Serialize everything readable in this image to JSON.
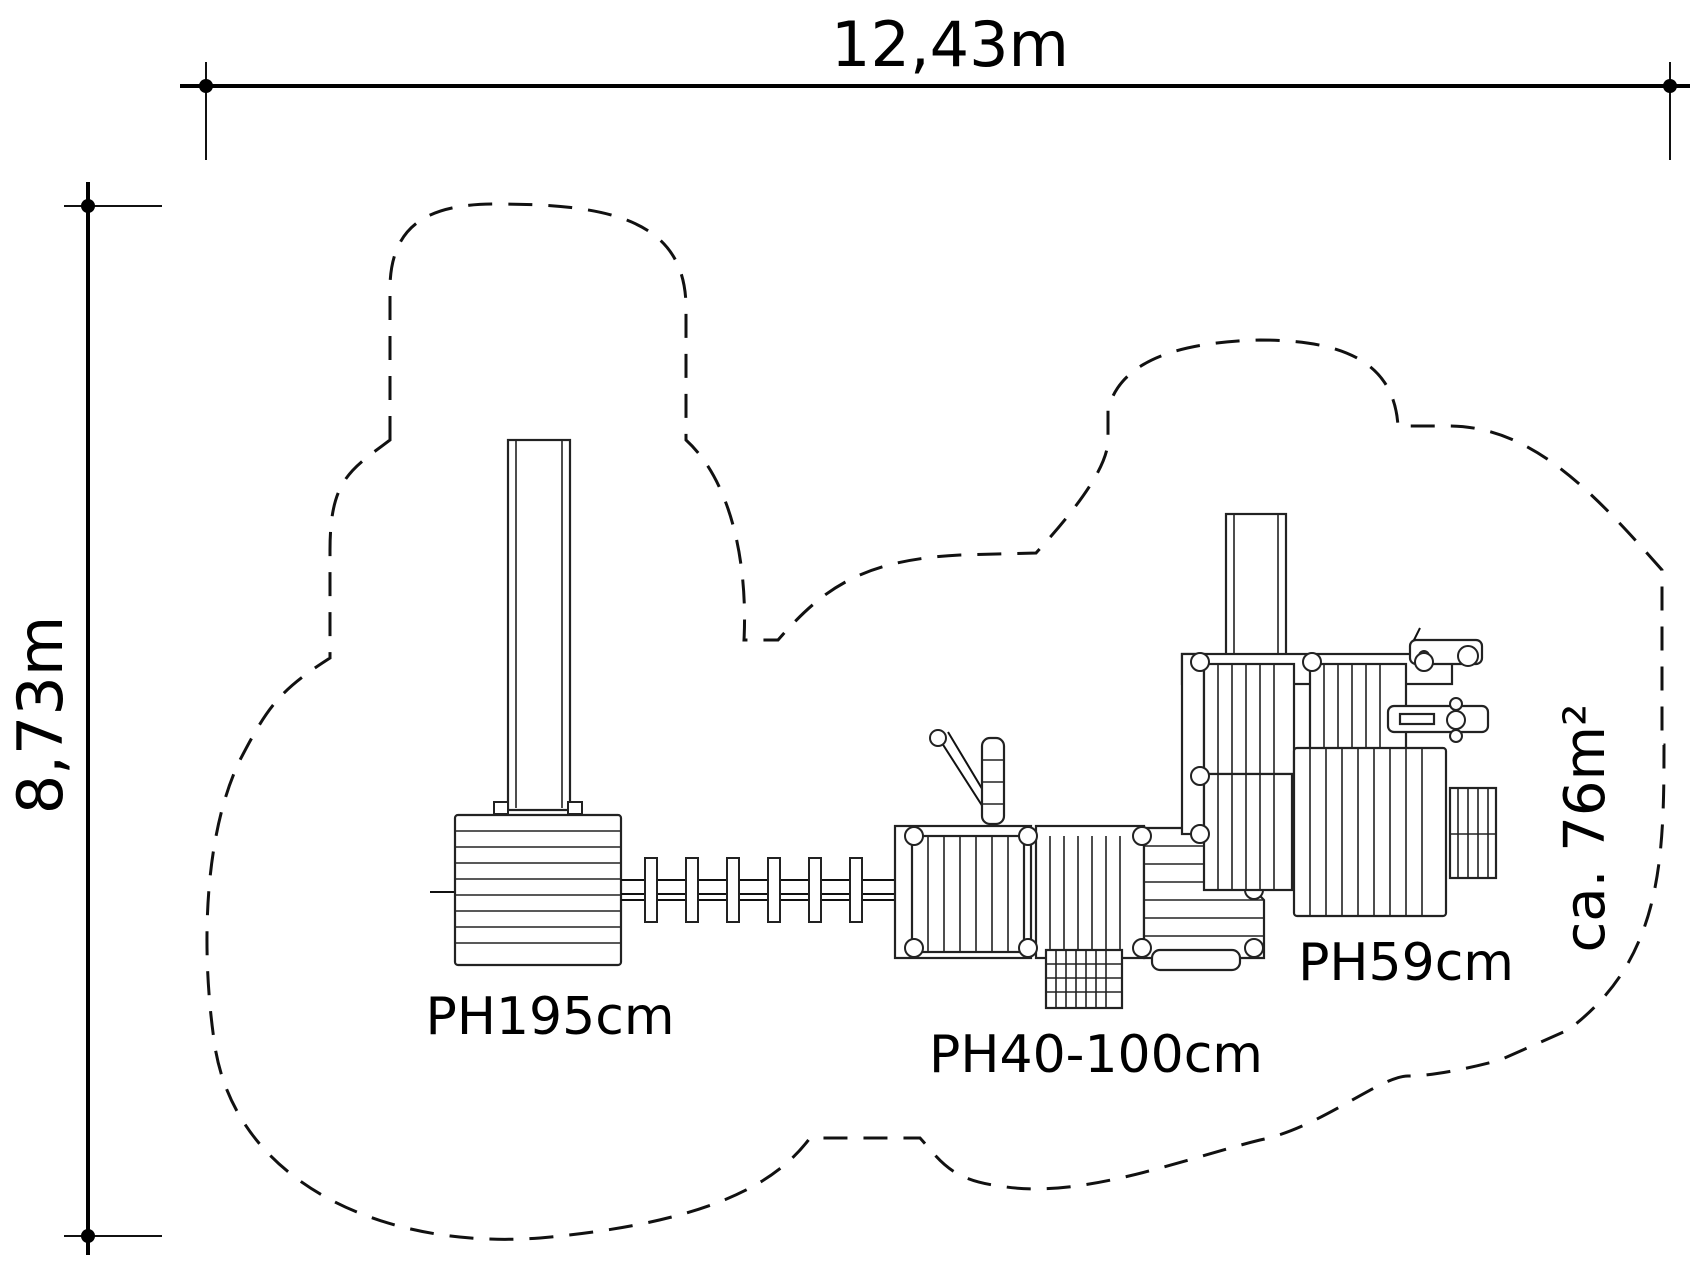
{
  "dimensions": {
    "width_label": "12,43m",
    "height_label": "8,73m"
  },
  "area": {
    "label": "ca. 76m²"
  },
  "platforms": [
    {
      "label": "PH195cm"
    },
    {
      "label": "PH40-100cm"
    },
    {
      "label": "PH59cm"
    }
  ],
  "colors": {
    "lines": "#000000",
    "background": "#ffffff"
  }
}
